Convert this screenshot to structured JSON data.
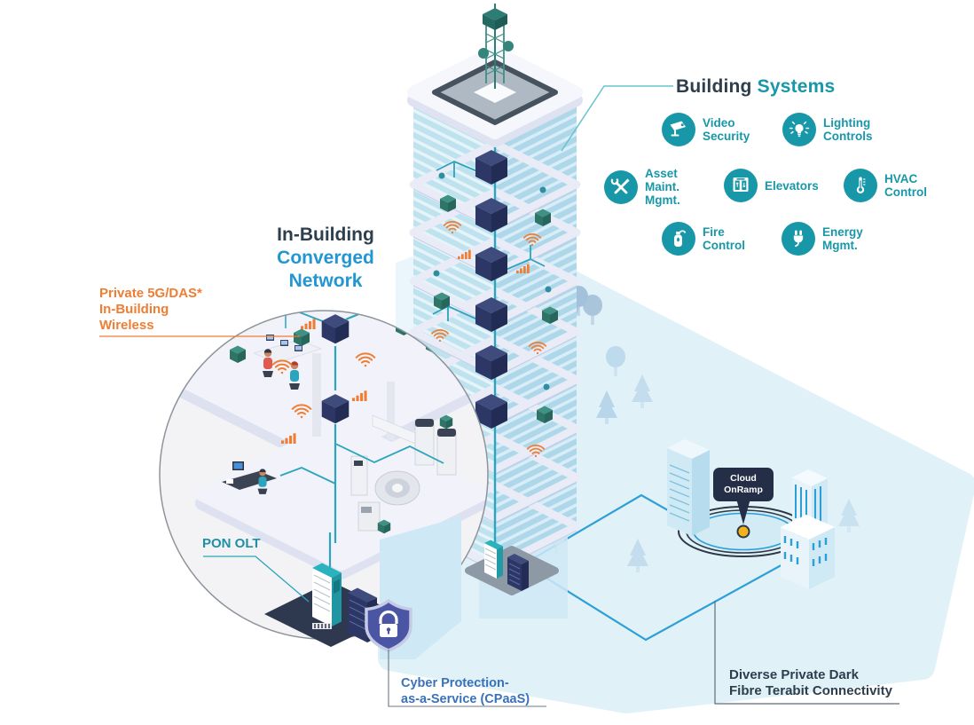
{
  "header": {
    "title_part1": "Building ",
    "title_part2": "Systems"
  },
  "systems": {
    "items": [
      {
        "icon": "video-security-icon",
        "label": "Video\nSecurity"
      },
      {
        "icon": "lighting-controls-icon",
        "label": "Lighting\nControls"
      },
      {
        "icon": "asset-maint-mgmt-icon",
        "label": "Asset\nMaint.\nMgmt."
      },
      {
        "icon": "elevators-icon",
        "label": "Elevators"
      },
      {
        "icon": "hvac-control-icon",
        "label": "HVAC\nControl"
      },
      {
        "icon": "fire-control-icon",
        "label": "Fire\nControl"
      },
      {
        "icon": "energy-mgmt-icon",
        "label": "Energy\nMgmt."
      }
    ]
  },
  "labels": {
    "network_line1": "In-Building",
    "network_line2": "Converged",
    "network_line3": "Network",
    "wireless": "Private 5G/DAS*\nIn-Building\nWireless",
    "pon_olt": "PON OLT",
    "cpaas": "Cyber Protection-\nas-a-Service (CPaaS)",
    "dark_fibre": "Diverse Private Dark\nFibre Terabit Connectivity",
    "cloud_onramp": "Cloud\nOnRamp"
  },
  "colors": {
    "teal_accent": "#1897a8",
    "blue_accent": "#2196d3",
    "navy_text": "#2d3e4c",
    "orange_accent": "#ef7d33",
    "cpaas_blue": "#3a72b9",
    "path_blue": "#2d9fd8",
    "cable_teal": "#2aa5bd",
    "tag_navy": "#252e47",
    "dot_yellow": "#f2b21d",
    "shield_indigo": "#4a55a3",
    "plane_blue": "#d9eef7"
  }
}
